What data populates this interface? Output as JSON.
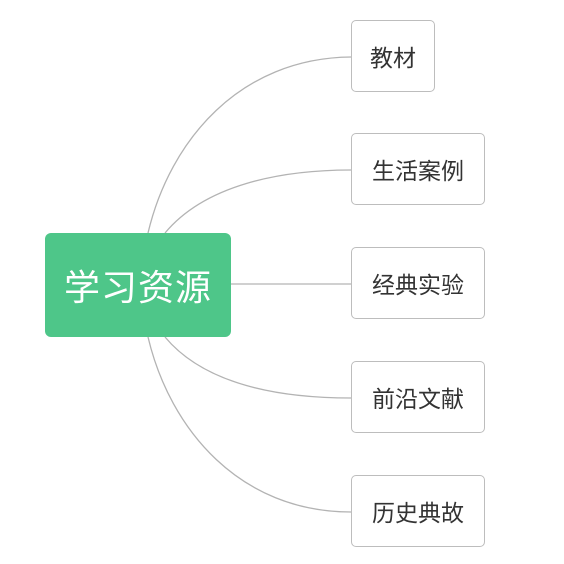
{
  "mindmap": {
    "root": {
      "label": "学习资源",
      "color": "#4ec689"
    },
    "children": [
      {
        "label": "教材"
      },
      {
        "label": "生活案例"
      },
      {
        "label": "经典实验"
      },
      {
        "label": "前沿文献"
      },
      {
        "label": "历史典故"
      }
    ],
    "connector_color": "#b3b3b3",
    "node_border_color": "#bdbdbd"
  }
}
